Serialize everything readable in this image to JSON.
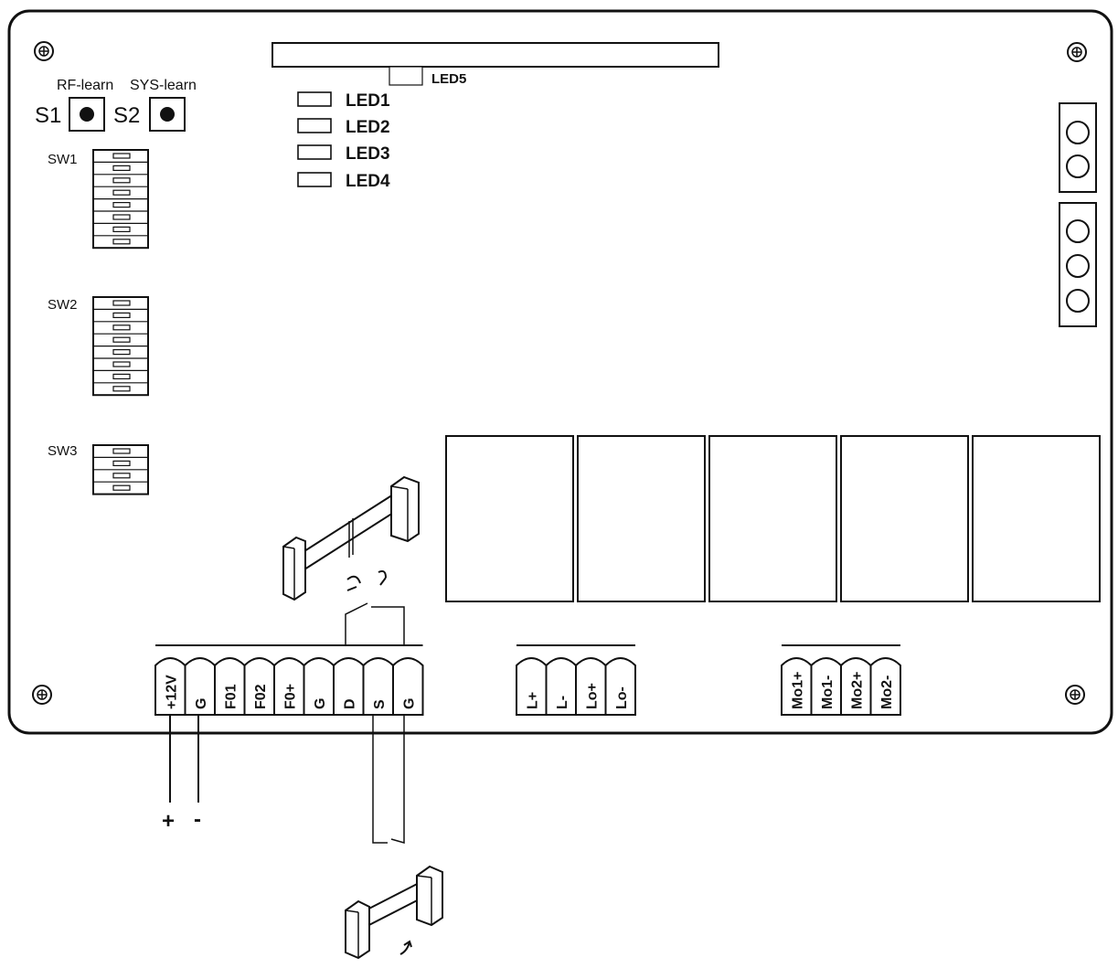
{
  "buttons": [
    {
      "id": "S1",
      "label": "S1",
      "caption": "RF-learn"
    },
    {
      "id": "S2",
      "label": "S2",
      "caption": "SYS-learn"
    }
  ],
  "switches": [
    {
      "label": "SW1",
      "positions": 8
    },
    {
      "label": "SW2",
      "positions": 8
    },
    {
      "label": "SW3",
      "positions": 4
    }
  ],
  "leds": [
    "LED1",
    "LED2",
    "LED3",
    "LED4"
  ],
  "led5": "LED5",
  "terminals": {
    "main": [
      "+12V",
      "G",
      "F01",
      "F02",
      "F0+",
      "G",
      "D",
      "S",
      "G"
    ],
    "lamp": [
      "L+",
      "L-",
      "Lo+",
      "Lo-"
    ],
    "motor": [
      "Mo1+",
      "Mo1-",
      "Mo2+",
      "Mo2-"
    ]
  },
  "power": {
    "plus": "+",
    "minus": "-"
  },
  "relays": 5,
  "connector_holes": [
    2,
    3
  ],
  "icons": [
    "mounting-screw-icon",
    "jumper-bridge-icon",
    "rotate-arrow-icon"
  ]
}
